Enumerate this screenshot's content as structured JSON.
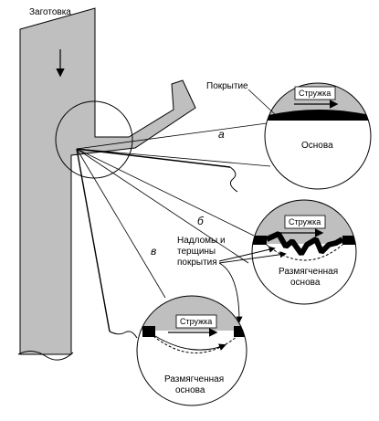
{
  "labels": {
    "workpiece": "Заготовка",
    "coating": "Покрытие",
    "chip_a": "Стружка",
    "base_a": "Основа",
    "mark_a": "а",
    "mark_b": "б",
    "mark_v": "в",
    "chip_b": "Стружка",
    "fractures_line1": "Надломы и",
    "fractures_line2": "терщины",
    "fractures_line3": "покрытия",
    "softened_b_line1": "Размягченная",
    "softened_b_line2": "основа",
    "chip_v": "Стружка",
    "softened_v_line1": "Размягченная",
    "softened_v_line2": "основа"
  }
}
